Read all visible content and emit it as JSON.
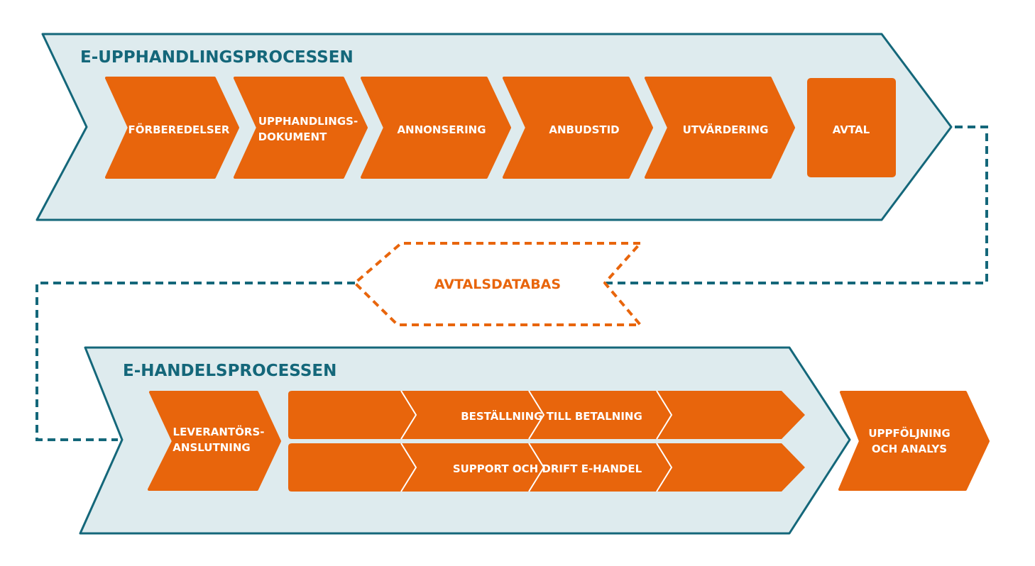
{
  "colors": {
    "teal": "#14677a",
    "panel": "#deebee",
    "orange": "#e8650c",
    "white": "#ffffff"
  },
  "upphandling": {
    "title": "E-UPPHANDLINGSPROCESSEN",
    "steps": [
      {
        "line1": "FÖRBEREDELSER",
        "line2": ""
      },
      {
        "line1": "UPPHANDLINGS-",
        "line2": "DOKUMENT"
      },
      {
        "line1": "ANNONSERING",
        "line2": ""
      },
      {
        "line1": "ANBUDSTID",
        "line2": ""
      },
      {
        "line1": "UTVÄRDERING",
        "line2": ""
      },
      {
        "line1": "AVTAL",
        "line2": ""
      }
    ]
  },
  "database": {
    "label": "AVTALSDATABAS"
  },
  "handel": {
    "title": "E-HANDELSPROCESSEN",
    "supplier": {
      "line1": "LEVERANTÖRS-",
      "line2": "ANSLUTNING"
    },
    "order_to_pay": "BESTÄLLNING TILL BETALNING",
    "support": "SUPPORT OCH DRIFT E-HANDEL"
  },
  "followup": {
    "line1": "UPPFÖLJNING",
    "line2": "OCH ANALYS"
  }
}
